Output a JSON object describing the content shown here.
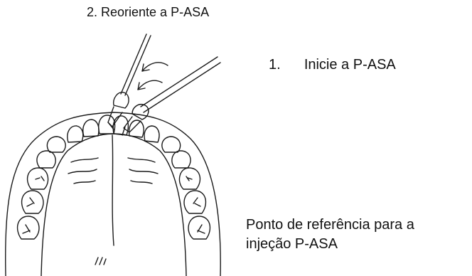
{
  "labels": {
    "step2": "2. Reoriente a P-ASA",
    "step1_number": "1.",
    "step1_text": "Inicie a P-ASA",
    "reference_line1": "Ponto de referência para a",
    "reference_line2": "injeção P-ASA"
  },
  "colors": {
    "line": "#1a1a1a",
    "background": "#ffffff"
  },
  "icons": [
    "rotation-arrow-icon"
  ]
}
